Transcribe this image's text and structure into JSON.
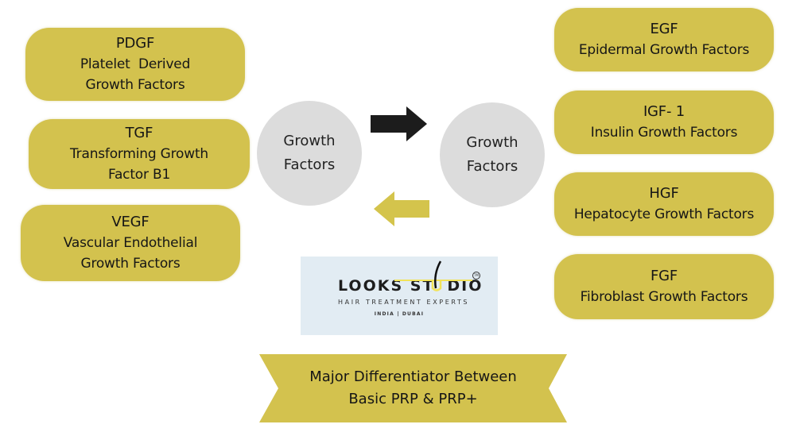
{
  "left_factors": [
    {
      "abbr": "PDGF",
      "lines": [
        "Platelet  Derived",
        "Growth Factors"
      ]
    },
    {
      "abbr": "TGF",
      "lines": [
        "Transforming Growth",
        "Factor B1"
      ]
    },
    {
      "abbr": "VEGF",
      "lines": [
        "Vascular Endothelial",
        "Growth Factors"
      ]
    }
  ],
  "right_factors": [
    {
      "abbr": "EGF",
      "lines": [
        "Epidermal Growth Factors"
      ]
    },
    {
      "abbr": "IGF- 1",
      "lines": [
        "Insulin Growth Factors"
      ]
    },
    {
      "abbr": "HGF",
      "lines": [
        "Hepatocyte Growth Factors"
      ]
    },
    {
      "abbr": "FGF",
      "lines": [
        "Fibroblast Growth Factors"
      ]
    }
  ],
  "circles": {
    "left": [
      "Growth",
      "Factors"
    ],
    "right": [
      "Growth",
      "Factors"
    ]
  },
  "arrows": {
    "forward": {
      "icon": "arrow-right-icon",
      "color": "#1c1c1c"
    },
    "backward": {
      "icon": "arrow-left-icon",
      "color": "#d4c44c"
    }
  },
  "logo": {
    "name_part1": "LOOKS ST",
    "name_part2": "DIO",
    "tagline": "HAIR TREATMENT EXPERTS",
    "locations": "INDIA | DUBAI",
    "trademark": "TM",
    "accent_color": "#f2e35a"
  },
  "banner": {
    "lines": [
      "Major Differentiator Between",
      "Basic PRP & PRP+"
    ]
  },
  "colors": {
    "pill": "#d3c24e",
    "circle": "#dcdcdc",
    "logo_bg": "#e2ecf3"
  }
}
